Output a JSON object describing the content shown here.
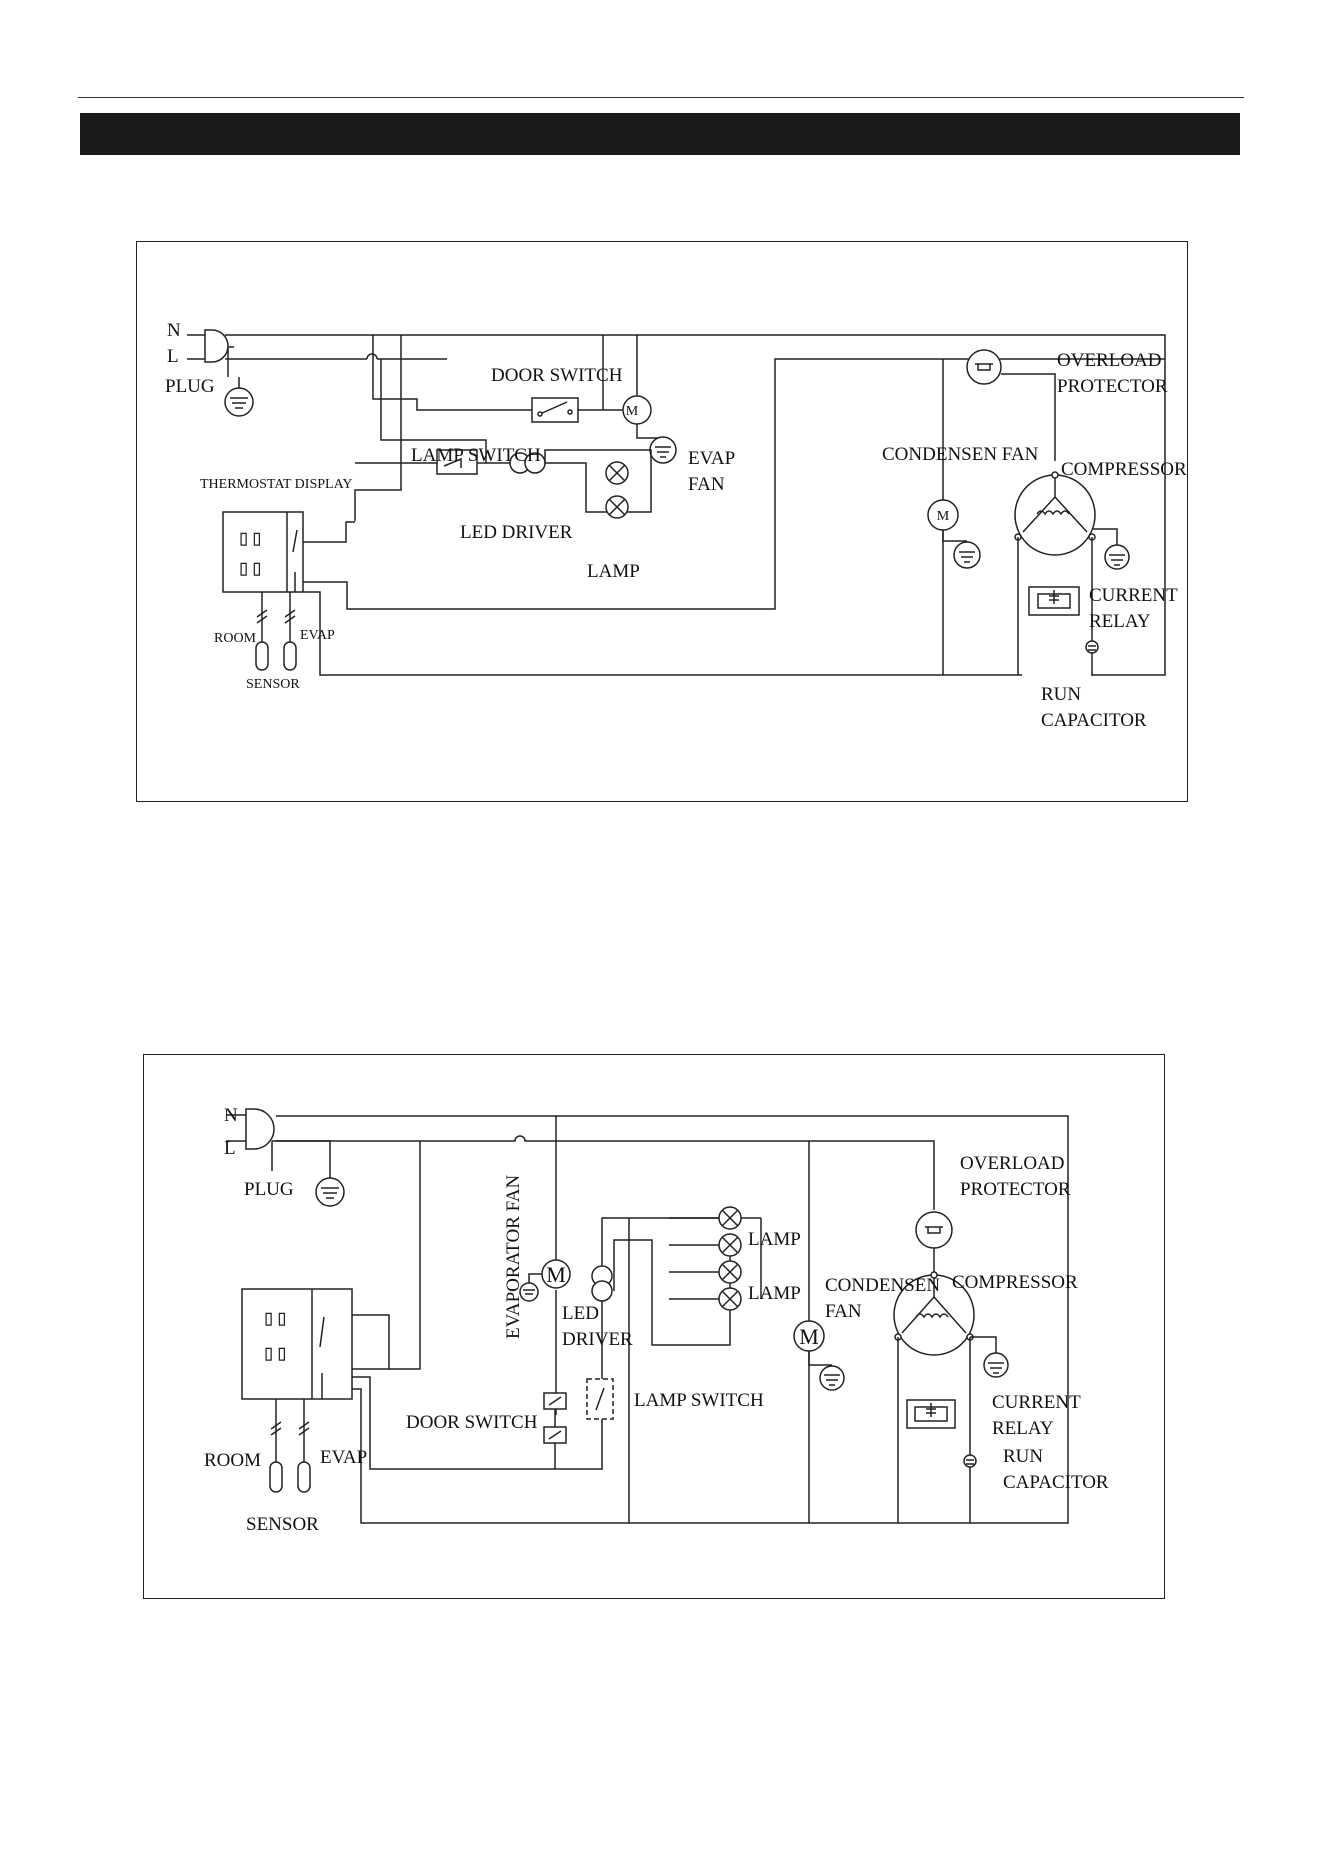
{
  "header": {
    "title": ""
  },
  "diagram1": {
    "labels": {
      "n": "N",
      "l": "L",
      "plug": "PLUG",
      "door_switch": "DOOR SWITCH",
      "lamp_switch": "LAMP SWITCH",
      "evap": "EVAP",
      "fan": "FAN",
      "thermostat_display": "THERMOSTAT DISPLAY",
      "led_driver": "LED DRIVER",
      "lamp": "LAMP",
      "room": "ROOM",
      "evap_sensor": "EVAP",
      "sensor": "SENSOR",
      "condensen_fan": "CONDENSEN FAN",
      "overload": "OVERLOAD",
      "protector": "PROTECTOR",
      "compressor": "COMPRESSOR",
      "current": "CURRENT",
      "relay": "RELAY",
      "run": "RUN",
      "capacitor": "CAPACITOR",
      "motor": "M"
    }
  },
  "diagram2": {
    "labels": {
      "n": "N",
      "l": "L",
      "plug": "PLUG",
      "evaporator_fan": "EVAPORATOR FAN",
      "led": "LED",
      "driver": "DRIVER",
      "lamp_1": "LAMP",
      "lamp_2": "LAMP",
      "lamp_switch": "LAMP SWITCH",
      "door_switch": "DOOR SWITCH",
      "room": "ROOM",
      "evap_sensor": "EVAP",
      "sensor": "SENSOR",
      "condensen": "CONDENSEN",
      "fan": "FAN",
      "overload": "OVERLOAD",
      "protector": "PROTECTOR",
      "compressor": "COMPRESSOR",
      "current": "CURRENT",
      "relay": "RELAY",
      "run": "RUN",
      "capacitor": "CAPACITOR",
      "motor": "M"
    }
  }
}
